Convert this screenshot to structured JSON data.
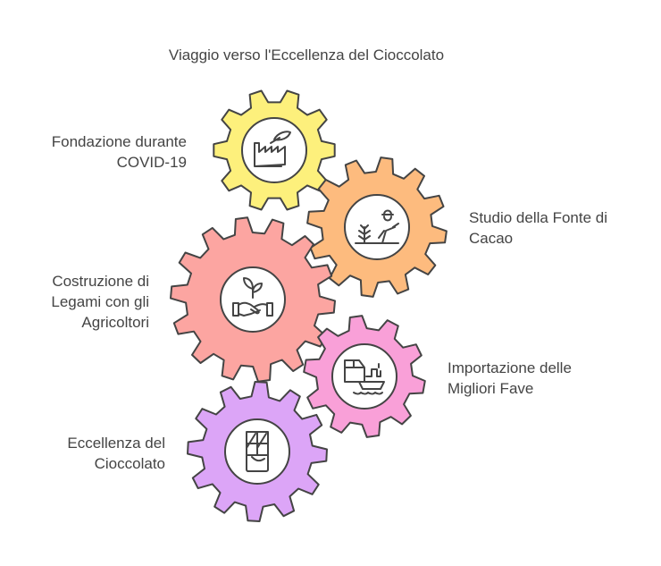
{
  "title": "Viaggio verso l'Eccellenza del Cioccolato",
  "steps": [
    {
      "label_lines": [
        "Fondazione durante",
        "COVID-19"
      ],
      "icon": "factory-leaf-icon",
      "color": "#fdf07c"
    },
    {
      "label_lines": [
        "Studio della Fonte di",
        "Cacao"
      ],
      "icon": "farmer-plant-icon",
      "color": "#fdbb7e"
    },
    {
      "label_lines": [
        "Costruzione di",
        "Legami con gli",
        "Agricoltori"
      ],
      "icon": "handshake-sprout-icon",
      "color": "#fca5a1"
    },
    {
      "label_lines": [
        "Importazione delle",
        "Migliori Fave"
      ],
      "icon": "ship-cargo-icon",
      "color": "#f9a0d8"
    },
    {
      "label_lines": [
        "Eccellenza del",
        "Cioccolato"
      ],
      "icon": "chocolate-bar-icon",
      "color": "#dca5f7"
    }
  ],
  "stroke_color": "#444444"
}
